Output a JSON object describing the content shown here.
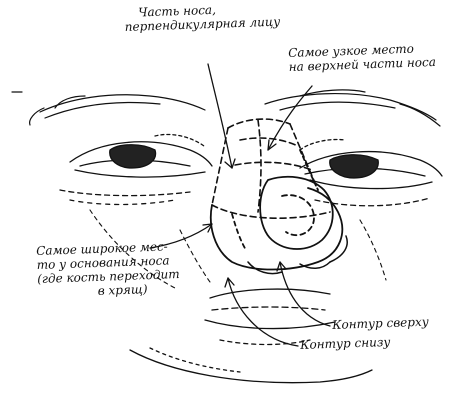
{
  "colors": {
    "ink": "#111111",
    "background": "#ffffff"
  },
  "labels": {
    "perpendicular": {
      "line1": "Часть носа,",
      "line2": "перпендикулярная лицу"
    },
    "narrowest": {
      "line1": "Самое узкое место",
      "line2": "на верхней части носа"
    },
    "widest": {
      "line1": "Самое широкое мес-",
      "line2": "то у основания носа",
      "line3": "(где кость переходит",
      "line4": "в хрящ)"
    },
    "contour_top": "Контур сверху",
    "contour_bottom": "Контур снизу"
  }
}
